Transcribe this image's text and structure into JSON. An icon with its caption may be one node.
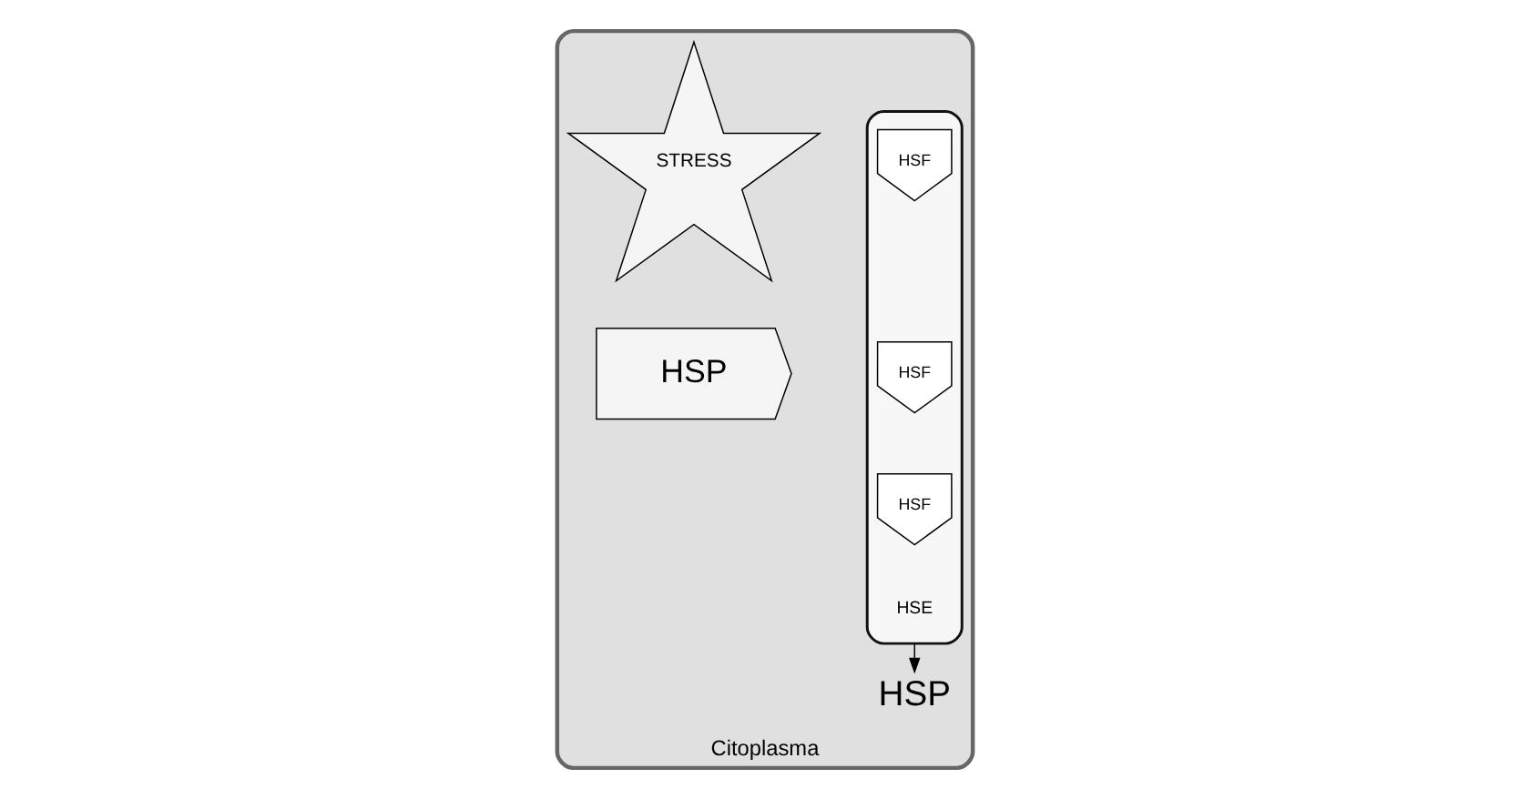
{
  "diagram": {
    "nodes": [
      {
        "text": [
          "Citoplasma"
        ]
      },
      {
        "text": [
          "STRESS"
        ],
        "in": 0
      },
      {
        "text": [
          "HSP"
        ],
        "in": 0
      },
      {
        "text": [],
        "shape": "box",
        "in": 0
      },
      {
        "text": [
          "HSF"
        ],
        "in": 3
      },
      {
        "text": [
          "HSF"
        ],
        "in": 3
      },
      {
        "text": [
          "HSF"
        ],
        "in": 3
      },
      {
        "text": [
          "HSE"
        ],
        "in": 3
      },
      {
        "text": [
          "HSP"
        ],
        "in": 0
      }
    ],
    "edges": [
      {
        "from": 3,
        "to": 8,
        "arrow": "to"
      }
    ]
  }
}
